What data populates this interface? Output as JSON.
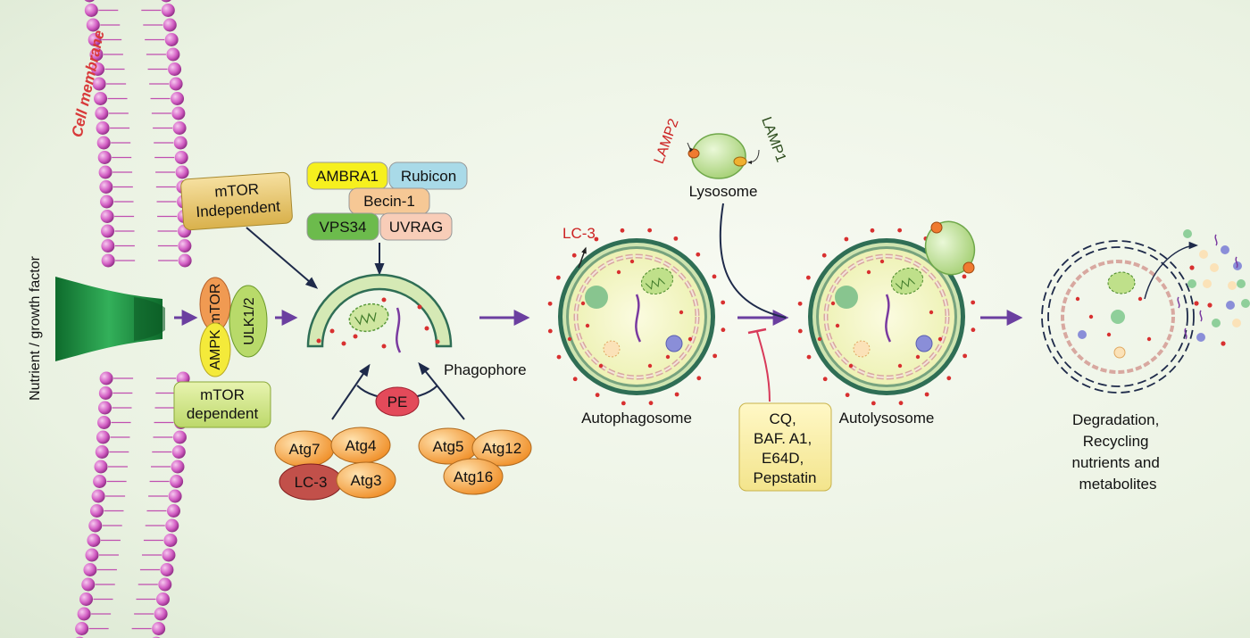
{
  "membrane": {
    "label": "Cell membrane",
    "receptor_label": "Nutrient / growth factor"
  },
  "mtor": {
    "ampk": "AMPK",
    "mtor": "mTOR",
    "ulk": "ULK1/2",
    "dependent": [
      "mTOR",
      "dependent"
    ],
    "independent": [
      "mTOR",
      "Independent"
    ]
  },
  "beclin_complex": {
    "ambra1": "AMBRA1",
    "rubicon": "Rubicon",
    "becin": "Becin-1",
    "vps34": "VPS34",
    "uvrag": "UVRAG"
  },
  "phagophore": {
    "label": "Phagophore",
    "pe": "PE"
  },
  "atg_left": {
    "atg7": "Atg7",
    "atg4": "Atg4",
    "lc3": "LC-3",
    "atg3": "Atg3"
  },
  "atg_right": {
    "atg5": "Atg5",
    "atg12": "Atg12",
    "atg16": "Atg16"
  },
  "autophagosome": {
    "label": "Autophagosome",
    "lc3": "LC-3"
  },
  "lysosome": {
    "label": "Lysosome",
    "lamp2": "LAMP2",
    "lamp1": "LAMP1"
  },
  "inhibitors": [
    "CQ,",
    "BAF. A1,",
    "E64D,",
    "Pepstatin"
  ],
  "autolysosome": {
    "label": "Autolysosome"
  },
  "degradation": [
    "Degradation,",
    "Recycling",
    "nutrients and",
    "metabolites"
  ],
  "colors": {
    "membrane": "#c04fb0",
    "receptor": "#1f8a3f",
    "arrow_purple": "#6b3fa0",
    "lc3_red": "#cc2222",
    "inhibit_red": "#d83a5a",
    "phagophore_fill": "#dcecc0",
    "vesicle_fill": "#f2f1b8",
    "vesicle_ring": "#2f6e55"
  }
}
